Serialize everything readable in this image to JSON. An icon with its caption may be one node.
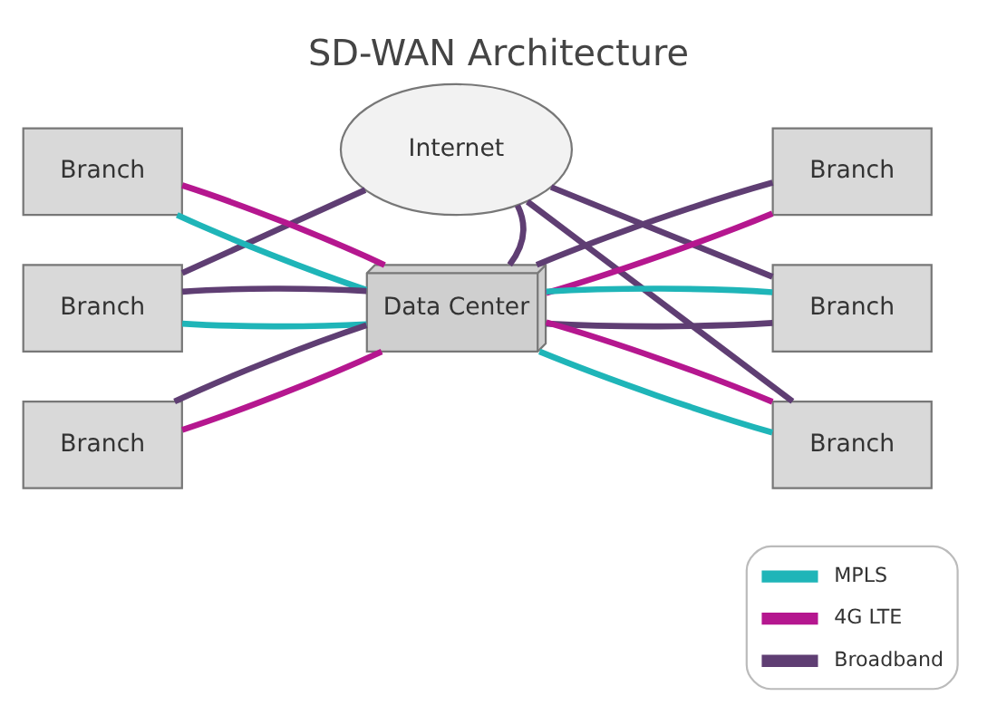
{
  "diagram": {
    "title": "SD-WAN Architecture",
    "nodes": [
      {
        "text": [
          "Internet"
        ]
      },
      {
        "text": [
          "Branch"
        ]
      },
      {
        "text": [
          "Branch"
        ]
      },
      {
        "text": [
          "Branch"
        ]
      },
      {
        "text": [
          "Branch"
        ]
      },
      {
        "text": [
          "Branch"
        ]
      },
      {
        "text": [
          "Branch"
        ]
      },
      {
        "text": [
          "Data Center"
        ]
      }
    ],
    "edges": [
      {
        "from": 1,
        "to": 7,
        "arrow": "none",
        "color": "#1fb5b8"
      },
      {
        "from": 1,
        "to": 7,
        "arrow": "none",
        "color": "#b5178f"
      },
      {
        "from": 2,
        "to": 7,
        "arrow": "none",
        "color": "#1fb5b8"
      },
      {
        "from": 2,
        "to": 7,
        "arrow": "none"
      },
      {
        "from": 3,
        "to": 7,
        "arrow": "none",
        "color": "#b5178f"
      },
      {
        "from": 3,
        "to": 7,
        "arrow": "none"
      },
      {
        "from": 7,
        "to": 4,
        "arrow": "none",
        "color": "#b5178f"
      },
      {
        "from": 7,
        "to": 4,
        "arrow": "none"
      },
      {
        "from": 7,
        "to": 5,
        "arrow": "none"
      },
      {
        "from": 7,
        "to": 5,
        "arrow": "none",
        "color": "#1fb5b8"
      },
      {
        "from": 7,
        "to": 6,
        "arrow": "none",
        "color": "#1fb5b8"
      },
      {
        "from": 7,
        "to": 6,
        "arrow": "none",
        "color": "#b5178f"
      },
      {
        "from": 0,
        "to": 2,
        "arrow": "none"
      },
      {
        "from": 0,
        "to": 7,
        "arrow": "none"
      },
      {
        "from": 0,
        "to": 5,
        "arrow": "none"
      },
      {
        "from": 0,
        "to": 6,
        "arrow": "none"
      }
    ],
    "legend": [
      {
        "text": "MPLS",
        "color": "#1fb5b8"
      },
      {
        "text": "4G LTE",
        "color": "#b5178f"
      },
      {
        "text": "Broadband",
        "color": "#5f3e73"
      }
    ]
  }
}
